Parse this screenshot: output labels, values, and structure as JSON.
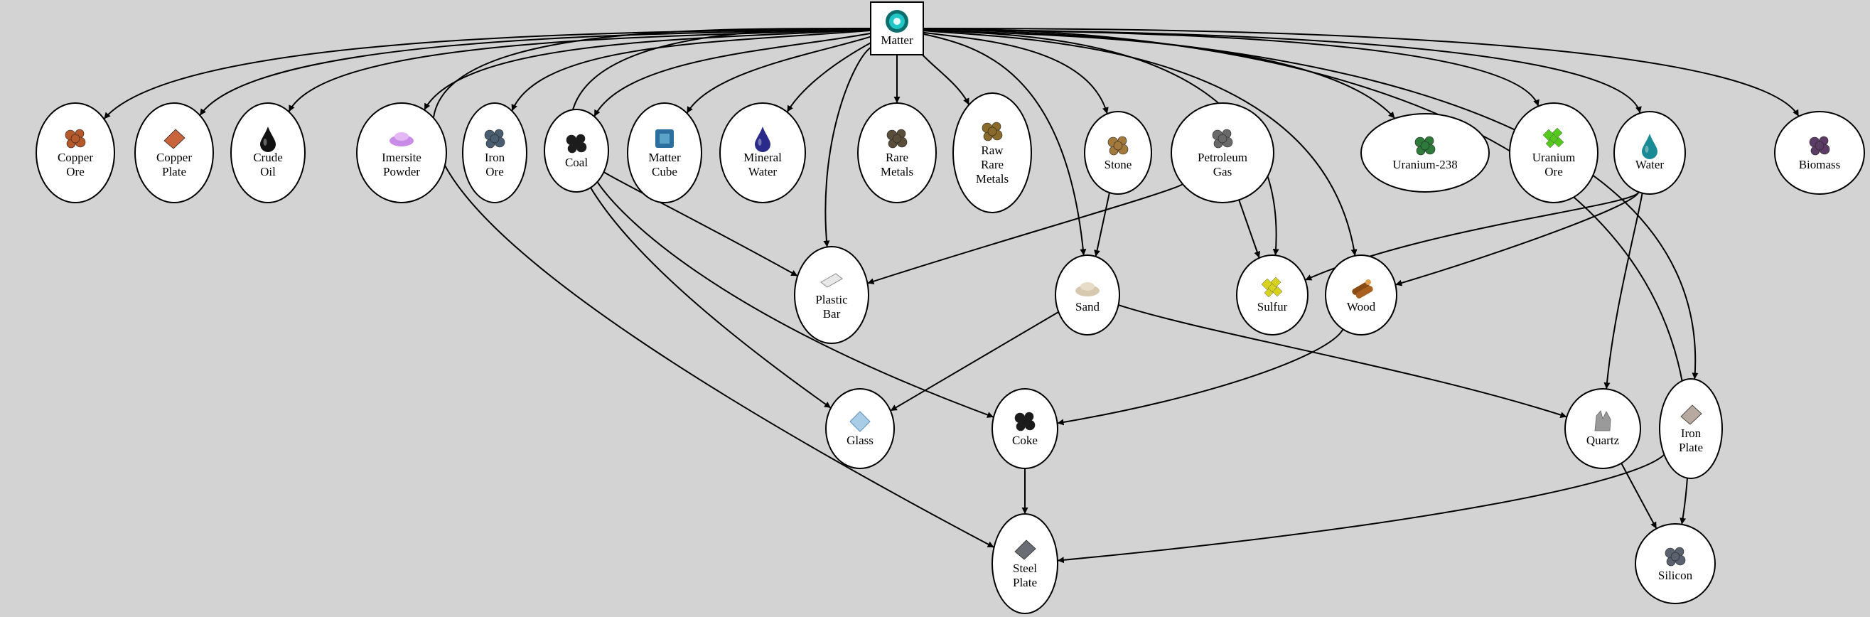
{
  "nodes": [
    {
      "id": "matter",
      "lines": [
        "Matter"
      ],
      "icon": "matter-icon",
      "icon_color": "#21c7c7"
    },
    {
      "id": "copper-ore",
      "lines": [
        "Copper",
        "Ore"
      ],
      "icon": "copper-ore-icon",
      "icon_color": "#b5582a"
    },
    {
      "id": "copper-plate",
      "lines": [
        "Copper",
        "Plate"
      ],
      "icon": "copper-plate-icon",
      "icon_color": "#c9653d"
    },
    {
      "id": "crude-oil",
      "lines": [
        "Crude",
        "Oil"
      ],
      "icon": "crude-oil-icon",
      "icon_color": "#111111"
    },
    {
      "id": "imersite-powder",
      "lines": [
        "Imersite",
        "Powder"
      ],
      "icon": "imersite-powder-icon",
      "icon_color": "#c98be8"
    },
    {
      "id": "iron-ore",
      "lines": [
        "Iron",
        "Ore"
      ],
      "icon": "iron-ore-icon",
      "icon_color": "#4a5e72"
    },
    {
      "id": "coal",
      "lines": [
        "Coal"
      ],
      "icon": "coal-icon",
      "icon_color": "#1c1c1c"
    },
    {
      "id": "matter-cube",
      "lines": [
        "Matter",
        "Cube"
      ],
      "icon": "matter-cube-icon",
      "icon_color": "#2c6f9e"
    },
    {
      "id": "mineral-water",
      "lines": [
        "Mineral",
        "Water"
      ],
      "icon": "mineral-water-icon",
      "icon_color": "#2a2a8a"
    },
    {
      "id": "rare-metals",
      "lines": [
        "Rare",
        "Metals"
      ],
      "icon": "rare-metals-icon",
      "icon_color": "#5a4e3a"
    },
    {
      "id": "raw-rare-metals",
      "lines": [
        "Raw",
        "Rare",
        "Metals"
      ],
      "icon": "raw-rare-metals-icon",
      "icon_color": "#8a6a2a"
    },
    {
      "id": "stone",
      "lines": [
        "Stone"
      ],
      "icon": "stone-icon",
      "icon_color": "#a47a3c"
    },
    {
      "id": "petroleum-gas",
      "lines": [
        "Petroleum",
        "Gas"
      ],
      "icon": "petroleum-gas-icon",
      "icon_color": "#6a6a6a"
    },
    {
      "id": "uranium-238",
      "lines": [
        "Uranium-238"
      ],
      "icon": "uranium-238-icon",
      "icon_color": "#2d7a3a"
    },
    {
      "id": "uranium-ore",
      "lines": [
        "Uranium",
        "Ore"
      ],
      "icon": "uranium-ore-icon",
      "icon_color": "#55c81e"
    },
    {
      "id": "water",
      "lines": [
        "Water"
      ],
      "icon": "water-icon",
      "icon_color": "#1a8a94"
    },
    {
      "id": "biomass",
      "lines": [
        "Biomass"
      ],
      "icon": "biomass-icon",
      "icon_color": "#5c3c66"
    },
    {
      "id": "plastic-bar",
      "lines": [
        "Plastic",
        "Bar"
      ],
      "icon": "plastic-bar-icon",
      "icon_color": "#e8e8e8"
    },
    {
      "id": "sand",
      "lines": [
        "Sand"
      ],
      "icon": "sand-icon",
      "icon_color": "#d7c8b0"
    },
    {
      "id": "sulfur",
      "lines": [
        "Sulfur"
      ],
      "icon": "sulfur-icon",
      "icon_color": "#d6d21e"
    },
    {
      "id": "wood",
      "lines": [
        "Wood"
      ],
      "icon": "wood-icon",
      "icon_color": "#8a4a14"
    },
    {
      "id": "glass",
      "lines": [
        "Glass"
      ],
      "icon": "glass-icon",
      "icon_color": "#a9cde6"
    },
    {
      "id": "coke",
      "lines": [
        "Coke"
      ],
      "icon": "coke-icon",
      "icon_color": "#1a1a1a"
    },
    {
      "id": "quartz",
      "lines": [
        "Quartz"
      ],
      "icon": "quartz-icon",
      "icon_color": "#9a9a9a"
    },
    {
      "id": "iron-plate",
      "lines": [
        "Iron",
        "Plate"
      ],
      "icon": "iron-plate-icon",
      "icon_color": "#b7a9a0"
    },
    {
      "id": "steel-plate",
      "lines": [
        "Steel",
        "Plate"
      ],
      "icon": "steel-plate-icon",
      "icon_color": "#6a6e74"
    },
    {
      "id": "silicon",
      "lines": [
        "Silicon"
      ],
      "icon": "silicon-icon",
      "icon_color": "#5a6270"
    }
  ],
  "edges": [
    [
      "matter",
      "copper-ore"
    ],
    [
      "matter",
      "copper-plate"
    ],
    [
      "matter",
      "crude-oil"
    ],
    [
      "matter",
      "imersite-powder"
    ],
    [
      "matter",
      "iron-ore"
    ],
    [
      "matter",
      "coal"
    ],
    [
      "matter",
      "matter-cube"
    ],
    [
      "matter",
      "mineral-water"
    ],
    [
      "matter",
      "rare-metals"
    ],
    [
      "matter",
      "raw-rare-metals"
    ],
    [
      "matter",
      "stone"
    ],
    [
      "matter",
      "uranium-238"
    ],
    [
      "matter",
      "uranium-ore"
    ],
    [
      "matter",
      "water"
    ],
    [
      "matter",
      "biomass"
    ],
    [
      "matter",
      "plastic-bar"
    ],
    [
      "matter",
      "sand"
    ],
    [
      "matter",
      "sulfur"
    ],
    [
      "matter",
      "wood"
    ],
    [
      "matter",
      "glass"
    ],
    [
      "matter",
      "iron-plate"
    ],
    [
      "matter",
      "steel-plate"
    ],
    [
      "matter",
      "silicon"
    ],
    [
      "coal",
      "plastic-bar"
    ],
    [
      "coal",
      "coke"
    ],
    [
      "petroleum-gas",
      "plastic-bar"
    ],
    [
      "petroleum-gas",
      "sulfur"
    ],
    [
      "stone",
      "sand"
    ],
    [
      "water",
      "sulfur"
    ],
    [
      "water",
      "wood"
    ],
    [
      "water",
      "quartz"
    ],
    [
      "sand",
      "glass"
    ],
    [
      "sand",
      "quartz"
    ],
    [
      "wood",
      "coke"
    ],
    [
      "coke",
      "steel-plate"
    ],
    [
      "iron-plate",
      "steel-plate"
    ],
    [
      "quartz",
      "silicon"
    ]
  ]
}
